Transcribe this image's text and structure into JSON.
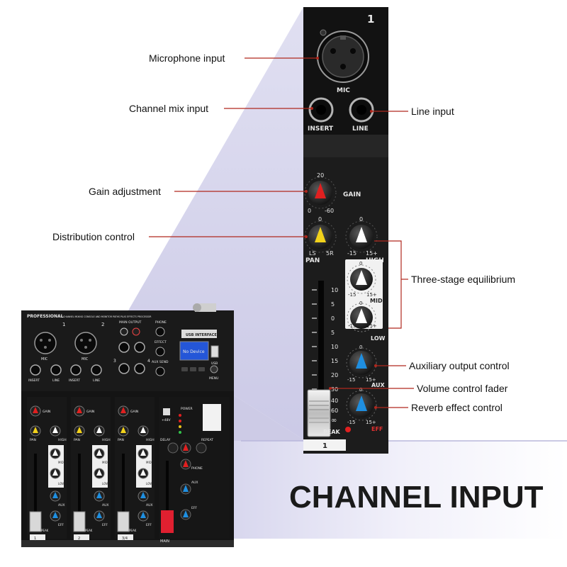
{
  "callouts": {
    "microphone_input": "Microphone input",
    "channel_mix_input": "Channel mix input",
    "line_input": "Line input",
    "gain_adjustment": "Gain adjustment",
    "distribution_control": "Distribution control",
    "three_stage_equilibrium": "Three-stage equilibrium",
    "auxiliary_output_control": "Auxiliary output control",
    "volume_control_fader": "Volume control fader",
    "reverb_effect_control": "Reverb effect control"
  },
  "banner": "CHANNEL INPUT",
  "strip": {
    "channel_number": "1",
    "mic": "MIC",
    "insert": "INSERT",
    "line": "LINE",
    "gain": "GAIN",
    "gain_max": "20",
    "gain_left": "0",
    "gain_right": "-60",
    "pan": "PAN",
    "pan_top": "0",
    "pan_left": "LS",
    "pan_right": "5R",
    "eq_top": "0",
    "eq_left": "-15",
    "eq_right": "15+",
    "high": "HIGH",
    "mid": "MID",
    "low": "LOW",
    "aux": "AUX",
    "eff": "EFF",
    "peak": "PEAK",
    "fader_channel": "1",
    "scale": [
      "10",
      "5",
      "0",
      "5",
      "10",
      "15",
      "20",
      "30",
      "40",
      "60",
      "∞"
    ]
  },
  "mixer": {
    "header": "PROFESSIONAL",
    "header_sub": "4-CHANNEL MIXING CONSOLE AND MONITOR PATHS PLUS EFFECTS PROCESSOR",
    "ch1": "1",
    "ch2": "2",
    "ch34": "3",
    "ch4": "4",
    "main_output": "MAIN OUTPUT",
    "phone": "PHONE",
    "effect": "EFFECT",
    "aux_send": "AUX SEND",
    "usb_interface": "USB INTERFACE",
    "usb": "USB",
    "menu": "MENU",
    "display": "No Device",
    "mic": "MIC",
    "insert": "INSERT",
    "line": "LINE",
    "gain": "GAIN",
    "pan": "PAN",
    "high": "HIGH",
    "mid": "MID",
    "low": "LOW",
    "aux": "AUX",
    "eff": "EFF",
    "peak": "PEAK",
    "power": "POWER",
    "v48": "+48V",
    "delay": "DELAY",
    "repeat": "REPEAT",
    "main": "MAIN",
    "fader_labels": [
      "1",
      "2",
      "3/4"
    ]
  },
  "colors": {
    "panel": "#1b1b1b",
    "purple": "#c9c7e6",
    "yellow": "#f2d21b",
    "red": "#e02020",
    "blue": "#1f8fe0",
    "callout_line": "#b0281e"
  }
}
